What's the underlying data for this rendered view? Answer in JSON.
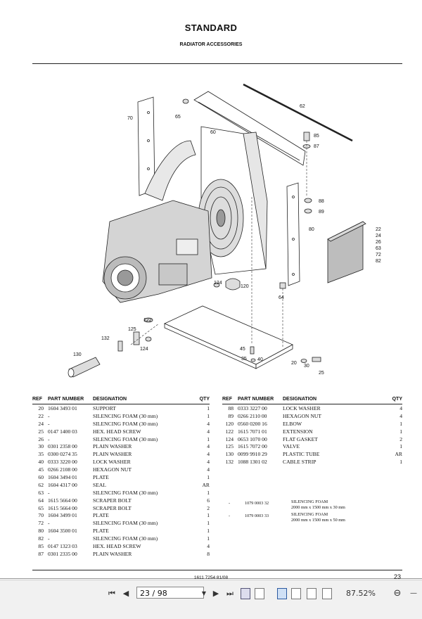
{
  "header": {
    "title": "STANDARD",
    "subtitle": "RADIATOR ACCESSORIES"
  },
  "table_headers": {
    "ref": "REF",
    "part_number": "PART NUMBER",
    "designation": "DESIGNATION",
    "qty": "QTY"
  },
  "left_rows": [
    {
      "ref": "20",
      "pn": "1604 3493 01",
      "des": "SUPPORT",
      "qty": "1"
    },
    {
      "ref": "22",
      "pn": "-",
      "des": "SILENCING FOAM  (30 mm)",
      "qty": "1"
    },
    {
      "ref": "24",
      "pn": "-",
      "des": "SILENCING FOAM  (30 mm)",
      "qty": "4"
    },
    {
      "ref": "25",
      "pn": "0147 1400 03",
      "des": "HEX. HEAD SCREW",
      "qty": "4"
    },
    {
      "ref": "26",
      "pn": "-",
      "des": "SILENCING FOAM  (30 mm)",
      "qty": "1"
    },
    {
      "ref": "30",
      "pn": "0301 2358 00",
      "des": "PLAIN WASHER",
      "qty": "4"
    },
    {
      "ref": "35",
      "pn": "0300 0274 35",
      "des": "PLAIN WASHER",
      "qty": "4"
    },
    {
      "ref": "40",
      "pn": "0333 3220 00",
      "des": "LOCK WASHER",
      "qty": "4"
    },
    {
      "ref": "45",
      "pn": "0266 2108 00",
      "des": "HEXAGON NUT",
      "qty": "4"
    },
    {
      "ref": "60",
      "pn": "1604 3494 01",
      "des": "PLATE",
      "qty": "1"
    },
    {
      "ref": "62",
      "pn": "1604 4317 00",
      "des": "SEAL",
      "qty": "AR"
    },
    {
      "ref": "63",
      "pn": "-",
      "des": "SILENCING FOAM  (30 mm)",
      "qty": "1"
    },
    {
      "ref": "64",
      "pn": "1615 5664 00",
      "des": "SCRAPER BOLT",
      "qty": "6"
    },
    {
      "ref": "65",
      "pn": "1615 5664 00",
      "des": "SCRAPER BOLT",
      "qty": "2"
    },
    {
      "ref": "70",
      "pn": "1604 3499 01",
      "des": "PLATE",
      "qty": "1"
    },
    {
      "ref": "72",
      "pn": "-",
      "des": "SILENCING FOAM  (30 mm)",
      "qty": "1"
    },
    {
      "ref": "80",
      "pn": "1604 3500 01",
      "des": "PLATE",
      "qty": "1"
    },
    {
      "ref": "82",
      "pn": "-",
      "des": "SILENCING FOAM  (30 mm)",
      "qty": "1"
    },
    {
      "ref": "85",
      "pn": "0147 1323 03",
      "des": "HEX. HEAD SCREW",
      "qty": "4"
    },
    {
      "ref": "87",
      "pn": "0301 2335 00",
      "des": "PLAIN WASHER",
      "qty": "8"
    }
  ],
  "right_rows": [
    {
      "ref": "88",
      "pn": "0333 3227 00",
      "des": "LOCK WASHER",
      "qty": "4"
    },
    {
      "ref": "89",
      "pn": "0266 2110 00",
      "des": "HEXAGON NUT",
      "qty": "4"
    },
    {
      "ref": "120",
      "pn": "0560 0200 16",
      "des": "ELBOW",
      "qty": "1"
    },
    {
      "ref": "122",
      "pn": "1615 7071 01",
      "des": "EXTENSION",
      "qty": "1"
    },
    {
      "ref": "124",
      "pn": "0653 1070 00",
      "des": "FLAT GASKET",
      "qty": "2"
    },
    {
      "ref": "125",
      "pn": "1615 7072 00",
      "des": "VALVE",
      "qty": "1"
    },
    {
      "ref": "130",
      "pn": "0099 9910 29",
      "des": "PLASTIC TUBE",
      "qty": "AR"
    },
    {
      "ref": "132",
      "pn": "1088 1301 02",
      "des": "CABLE STRIP",
      "qty": "1"
    }
  ],
  "foam_notes": [
    {
      "dash": "-",
      "pn": "1079 0003 32",
      "line1": "SILENCING FOAM",
      "line2": "2000 mm x 1500 mm x 30 mm"
    },
    {
      "dash": "-",
      "pn": "1079 0003 33",
      "line1": "SILENCING FOAM",
      "line2": "2000 mm x 1500 mm x 50 mm"
    }
  ],
  "callouts": {
    "c70": "70",
    "c65": "65",
    "c60": "60",
    "c62": "62",
    "c85": "85",
    "c87": "87",
    "c88": "88",
    "c89": "89",
    "c80": "80",
    "c64": "64",
    "c124a": "124",
    "c120": "120",
    "c22": "22",
    "c24": "24",
    "c26": "26",
    "c63": "63",
    "c72": "72",
    "c82": "82",
    "c122": "122",
    "c125": "125",
    "c124b": "124",
    "c132": "132",
    "c130": "130",
    "c45": "45",
    "c35": "35",
    "c40": "40",
    "c20": "20",
    "c30": "30",
    "c25": "25"
  },
  "footer": {
    "doc_code": "1611 7254 81/08",
    "page_number": "23"
  },
  "viewer": {
    "page_field": "23 / 98",
    "zoom": "87.52%"
  }
}
